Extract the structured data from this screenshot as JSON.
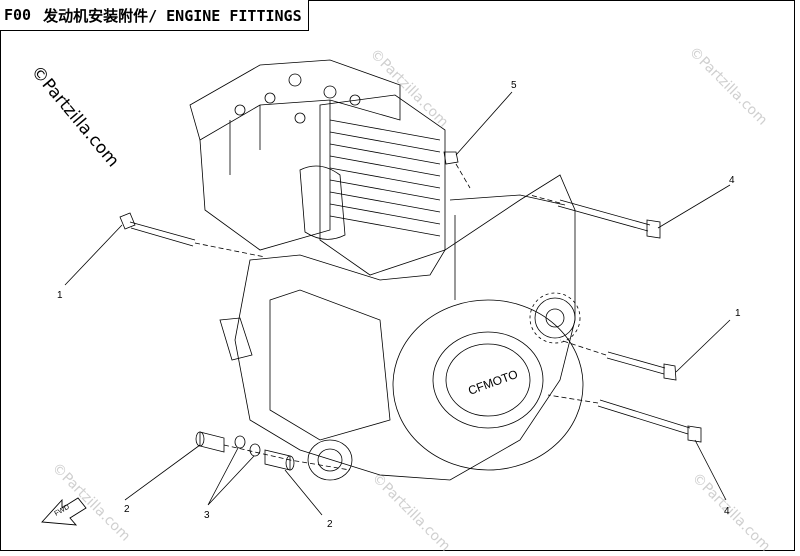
{
  "header": {
    "code": "F00",
    "title": "发动机安装附件/ ENGINE FITTINGS"
  },
  "watermark": {
    "main": "©Partzilla.com",
    "faint": "©Partzilla.com"
  },
  "engine_logo": "CFMOTO",
  "direction_label": "FWD",
  "callouts": [
    {
      "id": "callout-1-left",
      "label": "1"
    },
    {
      "id": "callout-1-right",
      "label": "1"
    },
    {
      "id": "callout-2-left",
      "label": "2"
    },
    {
      "id": "callout-2-right",
      "label": "2"
    },
    {
      "id": "callout-3",
      "label": "3"
    },
    {
      "id": "callout-4-top",
      "label": "4"
    },
    {
      "id": "callout-4-bottom",
      "label": "4"
    },
    {
      "id": "callout-5",
      "label": "5"
    }
  ]
}
